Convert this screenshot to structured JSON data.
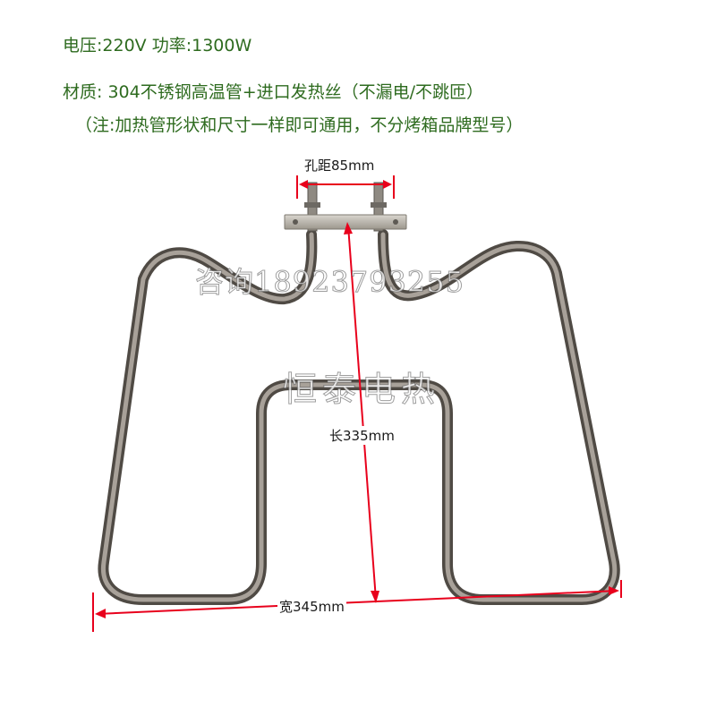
{
  "specs": {
    "voltage_power": "电压:220V  功率:1300W",
    "material": "材质: 304不锈钢高温管+进口发热丝（不漏电/不跳匝）",
    "note": "（注:加热管形状和尺寸一样即可通用，不分烤箱品牌型号）"
  },
  "dimensions": {
    "hole_spacing": "孔距85mm",
    "length": "长335mm",
    "width": "宽345mm"
  },
  "watermarks": {
    "contact": "咨询18923793255",
    "brand": "恒泰电热"
  },
  "colors": {
    "text_green": "#2e6b1f",
    "dimension_red": "#e8001c",
    "tube_metal": "#6e6860"
  }
}
